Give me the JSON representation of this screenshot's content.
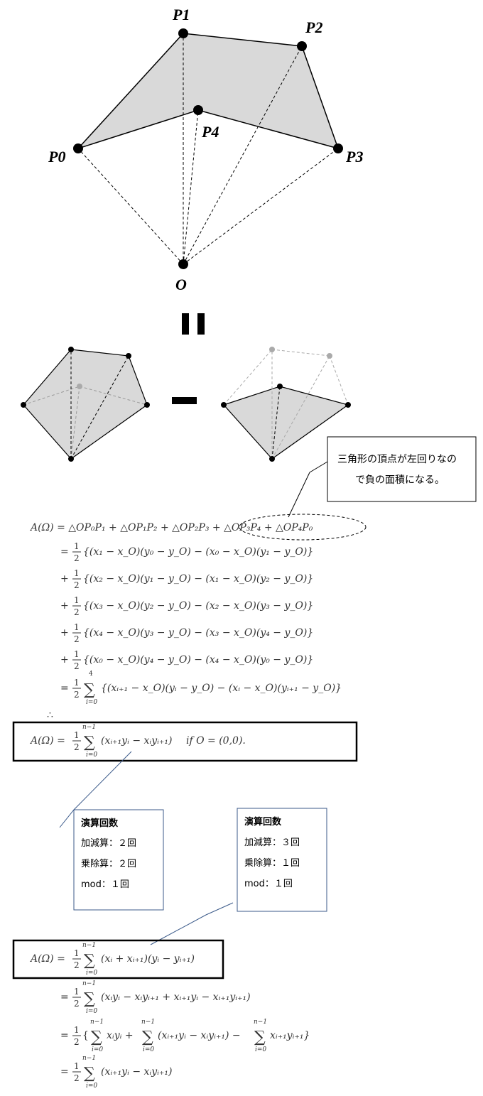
{
  "top_diagram": {
    "labels": {
      "p0": "P0",
      "p1": "P1",
      "p2": "P2",
      "p3": "P3",
      "p4": "P4",
      "o": "O"
    }
  },
  "callout": {
    "line1": "三角形の頂点が左回りなの",
    "line2": "で負の面積になる。"
  },
  "derivation": {
    "lhs": "A(Ω) = △OP₀P₁ + △OP₁P₂ + △OP₂P₃ + △OP₃P₄ + △OP₄P₀",
    "terms": [
      "{(x₁ − x_O)(y₀ − y_O) − (x₀ − x_O)(y₁ − y_O)}",
      "{(x₂ − x_O)(y₁ − y_O) − (x₁ − x_O)(y₂ − y_O)}",
      "{(x₃ − x_O)(y₂ − y_O) − (x₂ − x_O)(y₃ − y_O)}",
      "{(x₄ − x_O)(y₃ − y_O) − (x₃ − x_O)(y₄ − y_O)}",
      "{(x₀ − x_O)(y₄ − y_O) − (x₄ − x_O)(y₀ − y_O)}"
    ],
    "sum_line": "{(xᵢ₊₁ − x_O)(yᵢ − y_O) − (xᵢ − x_O)(yᵢ₊₁ − y_O)}",
    "sum_upper_4": "4",
    "sum_lower": "i=0",
    "therefore": "∴",
    "half_num": "1",
    "half_den": "2",
    "eq": "=",
    "plus": "+"
  },
  "boxed1": {
    "lhs": "A(Ω) =",
    "sum_upper": "n−1",
    "sum_lower": "i=0",
    "body": "(xᵢ₊₁yᵢ − xᵢyᵢ₊₁)",
    "cond": "if O = (0,0)."
  },
  "opbox_left": {
    "title": "演算回数",
    "lines": [
      "加減算：２回",
      "乗除算：２回",
      "mod：１回"
    ]
  },
  "opbox_right": {
    "title": "演算回数",
    "lines": [
      "加減算：３回",
      "乗除算：１回",
      "mod：１回"
    ]
  },
  "boxed2": {
    "lhs": "A(Ω) =",
    "body": "(xᵢ + xᵢ₊₁)(yᵢ − yᵢ₊₁)"
  },
  "expansion": {
    "line1": "(xᵢyᵢ − xᵢyᵢ₊₁ + xᵢ₊₁yᵢ − xᵢ₊₁yᵢ₊₁)",
    "line2_a": "{",
    "line2_b": "xᵢyᵢ +",
    "line2_c": "(xᵢ₊₁yᵢ − xᵢyᵢ₊₁) −",
    "line2_d": "xᵢ₊₁yᵢ₊₁}",
    "line3": "(xᵢ₊₁yᵢ − xᵢyᵢ₊₁)"
  }
}
